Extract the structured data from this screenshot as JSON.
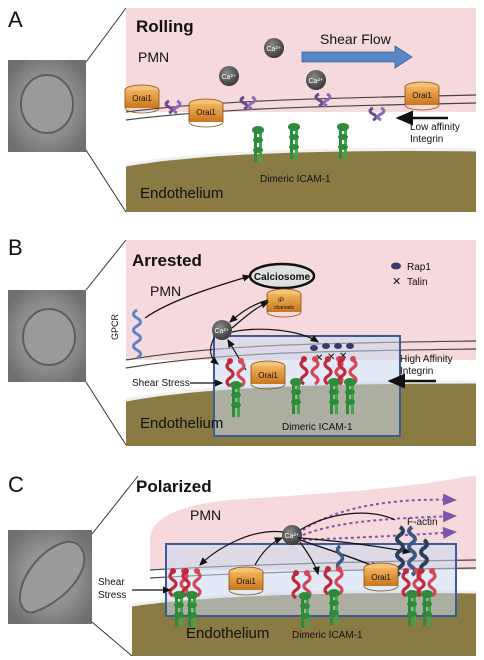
{
  "panels": [
    {
      "letter": "A",
      "title": "Rolling",
      "cell_label": "PMN",
      "tissue_label": "Endothelium",
      "icam_label": "Dimeric ICAM-1",
      "flow_label": "Shear Flow",
      "channel_label": "Orai1",
      "ion_label": "Ca²⁺",
      "integrin_label_1": "Low affinity",
      "integrin_label_2": "Integrin"
    },
    {
      "letter": "B",
      "title": "Arrested",
      "cell_label": "PMN",
      "tissue_label": "Endothelium",
      "icam_label": "Dimeric ICAM-1",
      "store_label": "Calciosome",
      "ip3_label_1": "IP",
      "ip3_label_2": "channels",
      "gpcr_label": "GPCR",
      "legend_rap1": "Rap1",
      "legend_talin": "Talin",
      "shear_label": "Shear Stress",
      "channel_label": "Orai1",
      "ion_label": "Ca²⁺",
      "integrin_label_1": "High Affinity",
      "integrin_label_2": "Integrin"
    },
    {
      "letter": "C",
      "title": "Polarized",
      "cell_label": "PMN",
      "tissue_label": "Endothelium",
      "icam_label": "Dimeric ICAM-1",
      "shear_label_1": "Shear",
      "shear_label_2": "Stress",
      "actin_label": "F-actin",
      "channel_label": "Orai1",
      "ion_label": "Ca²⁺"
    }
  ],
  "colors": {
    "cytoplasm": "#f6d9dc",
    "endothelium": "#8a7b45",
    "orai": "#d98a2a",
    "integrin_low": "#6a4a8c",
    "integrin_high": "#c0283c",
    "icam": "#2e8b3a",
    "calcium": "#505050",
    "flow_arrow": "#5b86c8",
    "box_border": "#3b5a98",
    "box_fill": "#c9d8ee",
    "actin": "#2c3e5c"
  }
}
